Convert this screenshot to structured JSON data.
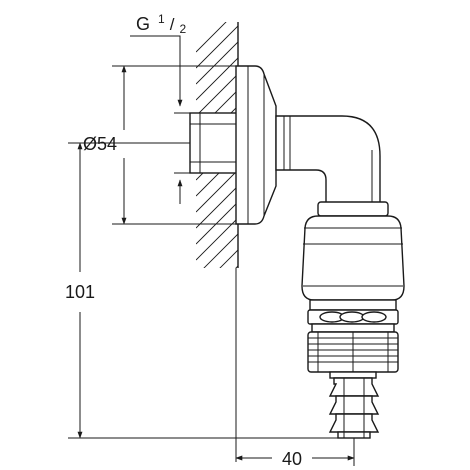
{
  "drawing": {
    "thread_label": {
      "prefix": "G",
      "numerator": "1",
      "slash": "/",
      "denominator": "2"
    },
    "diameter_label": "Ø54",
    "height_label": "101",
    "projection_label": "40"
  }
}
